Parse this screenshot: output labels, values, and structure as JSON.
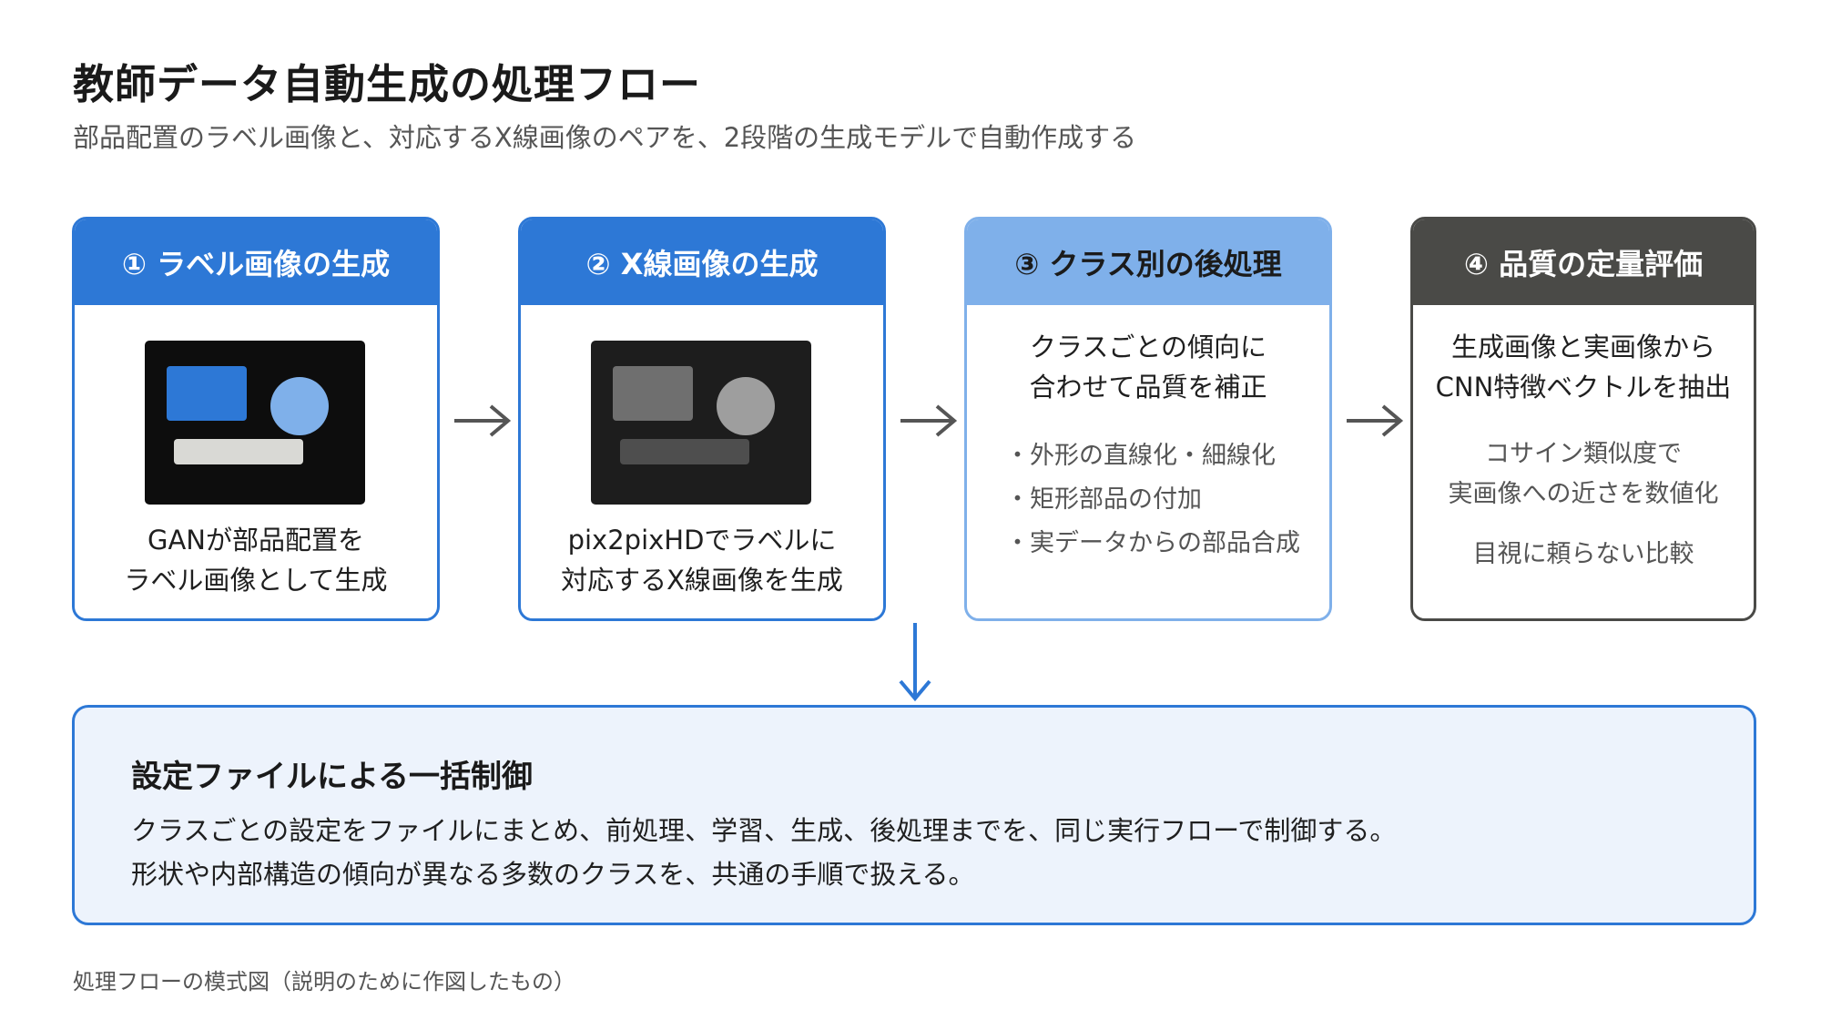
{
  "title": "教師データ自動生成の処理フロー",
  "subtitle": "部品配置のラベル画像と、対応するX線画像のペアを、2段階の生成モデルで自動作成する",
  "steps": [
    {
      "heading": "① ラベル画像の生成",
      "caption": [
        "GANが部品配置を",
        "ラベル画像として生成"
      ]
    },
    {
      "heading": "② X線画像の生成",
      "caption": [
        "pix2pixHDでラベルに",
        "対応するX線画像を生成"
      ]
    },
    {
      "heading": "③ クラス別の後処理",
      "lead": [
        "クラスごとの傾向に",
        "合わせて品質を補正"
      ],
      "bullets": [
        "・外形の直線化・細線化",
        "・矩形部品の付加",
        "・実データからの部品合成"
      ]
    },
    {
      "heading": "④ 品質の定量評価",
      "lead": [
        "生成画像と実画像から",
        "CNN特徴ベクトルを抽出"
      ],
      "sub1": [
        "コサイン類似度で",
        "実画像への近さを数値化"
      ],
      "sub2": "目視に頼らない比較"
    }
  ],
  "control": {
    "title": "設定ファイルによる一括制御",
    "lines": [
      "クラスごとの設定をファイルにまとめ、前処理、学習、生成、後処理までを、同じ実行フローで制御する。",
      "形状や内部構造の傾向が異なる多数のクラスを、共通の手順で扱える。"
    ]
  },
  "note": "処理フローの模式図（説明のために作図したもの）",
  "colors": {
    "primary": "#2d78d6",
    "light": "#7fb0ea",
    "dark": "#4a4a47",
    "panel_bg": "#edf3fc"
  }
}
